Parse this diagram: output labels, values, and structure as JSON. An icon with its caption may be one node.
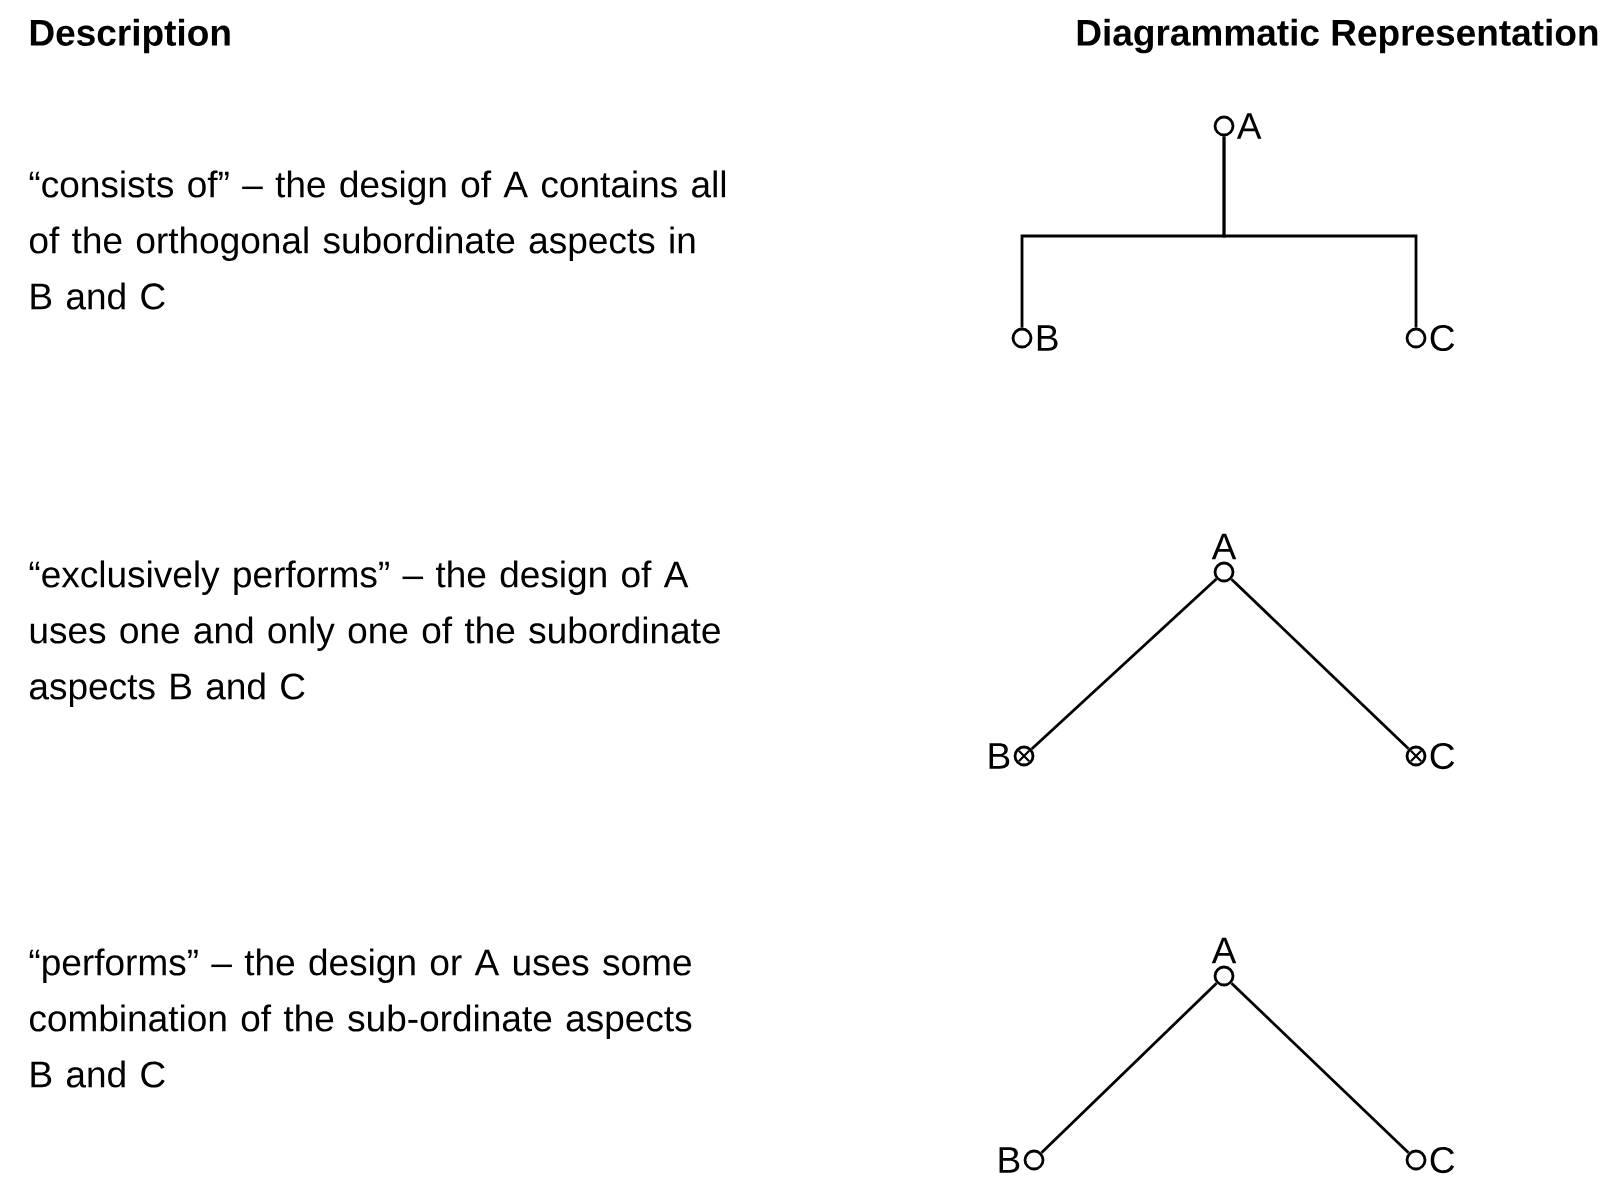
{
  "diagram": {
    "nodes": [
      {
        "text": [],
        "shape": "circle",
        "beside": [
          "A"
        ]
      },
      {
        "text": [],
        "shape": "circle",
        "beside": [
          "B"
        ]
      },
      {
        "text": [],
        "shape": "circle",
        "beside": [
          "C"
        ]
      },
      {
        "text": [],
        "shape": "circle",
        "beside": [
          "A"
        ]
      },
      {
        "text": [],
        "shape": "crossed-circle",
        "beside": [
          "B"
        ]
      },
      {
        "text": [],
        "shape": "crossed-circle",
        "beside": [
          "C"
        ]
      },
      {
        "text": [],
        "shape": "circle",
        "beside": [
          "A"
        ]
      },
      {
        "text": [],
        "shape": "circle",
        "beside": [
          "B"
        ]
      },
      {
        "text": [],
        "shape": "circle",
        "beside": [
          "C"
        ]
      }
    ],
    "edges": [
      {
        "from": 0,
        "to": 1,
        "arrow": "none"
      },
      {
        "from": 0,
        "to": 2,
        "arrow": "none"
      },
      {
        "from": 3,
        "to": 4,
        "arrow": "none"
      },
      {
        "from": 3,
        "to": 5,
        "arrow": "none"
      },
      {
        "from": 6,
        "to": 7,
        "arrow": "none"
      },
      {
        "from": 6,
        "to": 8,
        "arrow": "none"
      }
    ],
    "labels": [
      "Description",
      "Diagrammatic Representation",
      "“consists of” – the design of A contains all of the orthogonal subordinate aspects in B and C",
      "“exclusively performs” – the design of A uses one and only one of the subordinate aspects B and C",
      "“performs” – the design or A uses some combination of the sub-ordinate aspects B and C"
    ]
  }
}
